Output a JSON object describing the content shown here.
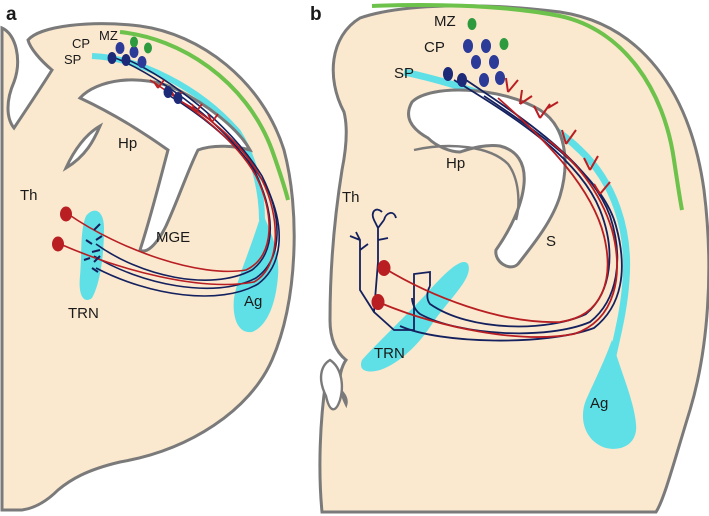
{
  "colors": {
    "tissue": "#fae8cf",
    "outline": "#7a7a7a",
    "cyan": "#5fe0e6",
    "green": "#6cc24a",
    "navy": "#14215e",
    "red": "#b81e22",
    "dot_dark": "#1c2a78",
    "dot_mid": "#2c3a98",
    "dot_green": "#2e9a3e"
  },
  "panel_a": {
    "panel_label": "a",
    "labels": {
      "mz": "MZ",
      "cp": "CP",
      "sp": "SP",
      "hp": "Hp",
      "th": "Th",
      "mge": "MGE",
      "trn": "TRN",
      "ag": "Ag"
    }
  },
  "panel_b": {
    "panel_label": "b",
    "labels": {
      "mz": "MZ",
      "cp": "CP",
      "sp": "SP",
      "hp": "Hp",
      "th": "Th",
      "s": "S",
      "trn": "TRN",
      "ag": "Ag"
    }
  }
}
